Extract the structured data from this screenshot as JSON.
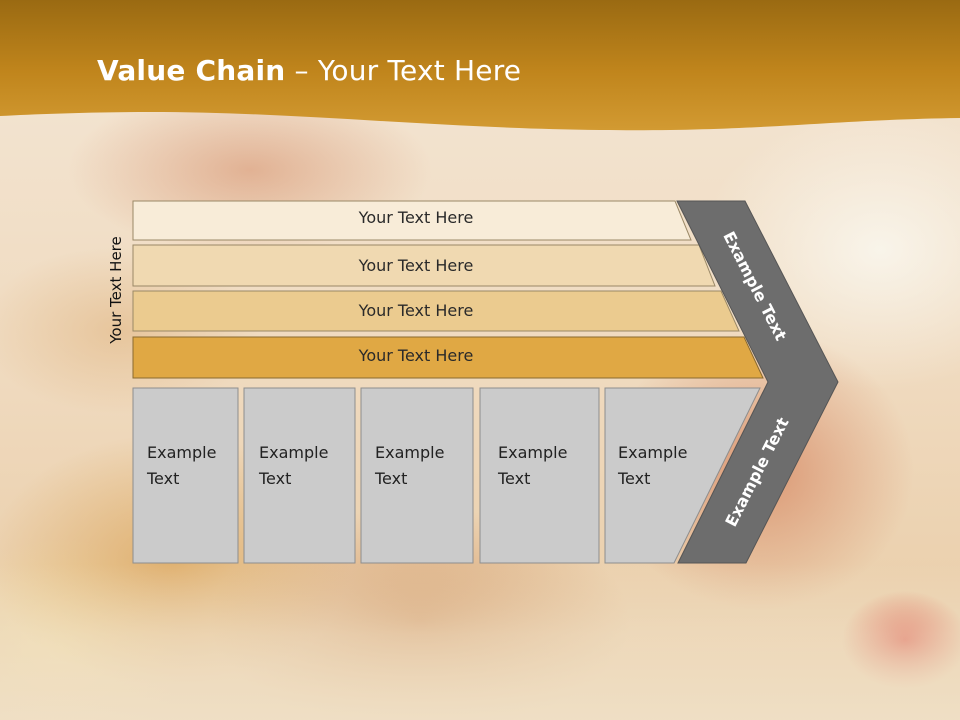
{
  "title": {
    "bold": "Value Chain",
    "rest": " – Your Text Here"
  },
  "side_label": "Your Text Here",
  "bands": [
    {
      "label": "Your Text Here",
      "color": "#f8ecd8"
    },
    {
      "label": "Your Text Here",
      "color": "#f0d9b1"
    },
    {
      "label": "Your Text Here",
      "color": "#ebcb8f"
    },
    {
      "label": "Your Text Here",
      "color": "#e0a844"
    }
  ],
  "boxes": [
    {
      "line1": "Example",
      "line2": "Text"
    },
    {
      "line1": "Example",
      "line2": "Text"
    },
    {
      "line1": "Example",
      "line2": "Text"
    },
    {
      "line1": "Example",
      "line2": "Text"
    },
    {
      "line1": "Example",
      "line2": "Text"
    }
  ],
  "chevron": {
    "upper_label": "Example Text",
    "lower_label": "Example Text",
    "color": "#6d6d6d"
  },
  "colors": {
    "header": "#c0851c",
    "box_fill": "#cbcbcb",
    "band_border": "#8a7a60"
  }
}
